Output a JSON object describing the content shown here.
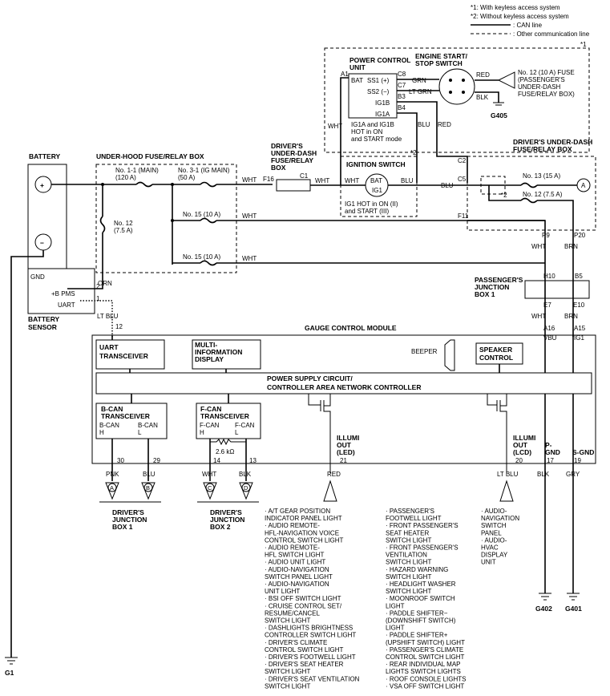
{
  "legend": {
    "note1": "*1: With keyless access system",
    "note2": "*2: Without keyless access system",
    "can_line": ": CAN line",
    "other_line": ": Other communication line"
  },
  "marks": {
    "star1": "*1",
    "star2": "*2"
  },
  "battery": {
    "label": "BATTERY",
    "plus": "+",
    "minus": "−"
  },
  "battery_sensor": {
    "label1": "BATTERY",
    "label2": "SENSOR",
    "gnd": "GND",
    "bpms": "+B PMS",
    "uart": "UART",
    "pin2": "2",
    "pin1": "1"
  },
  "underhood": {
    "title": "UNDER-HOOD FUSE/RELAY BOX",
    "fuse1_1a": "No. 1-1 (MAIN)",
    "fuse1_1b": "(120 A)",
    "fuse3_1a": "No. 3-1 (IG MAIN)",
    "fuse3_1b": "(50 A)",
    "fuse12a": "No. 12",
    "fuse12b": "(7.5 A)",
    "fuse15a": "No. 15 (10 A)",
    "fuse15b": "No. 15 (10 A)"
  },
  "driver_fuse1": {
    "line1": "DRIVER'S",
    "line2": "UNDER-DASH",
    "line3": "FUSE/RELAY",
    "line4": "BOX",
    "f16": "F16",
    "c1": "C1"
  },
  "engine_switch": {
    "line1": "ENGINE START/",
    "line2": "STOP SWITCH"
  },
  "pcu": {
    "line1": "POWER CONTROL",
    "line2": "UNIT",
    "a1": "A1",
    "bat": "BAT",
    "ss1": "SS1 (+)",
    "ss2": "SS2 (−)",
    "ig1b": "IG1B",
    "ig1a": "IG1A",
    "c8": "C8",
    "c7": "C7",
    "b3": "B3",
    "b4": "B4"
  },
  "ig_note": {
    "line1": "IG1A and IG1B",
    "line2": "HOT in ON",
    "line3": "and START mode"
  },
  "fuse_no12_pass": {
    "line1": "No. 12 (10 A) FUSE",
    "line2": "(PASSENGER'S",
    "line3": "UNDER-DASH",
    "line4": "FUSE/RELAY BOX)"
  },
  "g405": "G405",
  "ign_switch": {
    "title": "IGNITION SWITCH",
    "bat": "BAT",
    "ig1": "IG1",
    "note1": "IG1 HOT in ON (II)",
    "note2": "and START (III)"
  },
  "driver_fuse2": {
    "line1": "DRIVER'S UNDER-DASH",
    "line2": "FUSE/RELAY BOX",
    "c2": "C2",
    "c5": "C5",
    "f11": "F11",
    "p9": "P9",
    "p20": "P20",
    "fuse13": "No. 13 (15 A)",
    "fuse12": "No. 12 (7.5 A)",
    "connA": "A"
  },
  "pass_junction": {
    "line1": "PASSENGER'S",
    "line2": "JUNCTION",
    "line3": "BOX 1",
    "h10": "H10",
    "b5": "B5",
    "e7": "E7",
    "e10": "E10"
  },
  "colors": {
    "wht": "WHT",
    "blu": "BLU",
    "red": "RED",
    "grn": "GRN",
    "ltgrn": "LT GRN",
    "blk": "BLK",
    "brn": "BRN",
    "orn": "ORN",
    "ltblu": "LT BLU",
    "pnk": "PNK",
    "gry": "GRY"
  },
  "gcm": {
    "title": "GAUGE CONTROL MODULE",
    "pin12": "12",
    "a16": "A16",
    "a15": "A15",
    "vbu": "VBU",
    "ig1": "IG1",
    "uart1": "UART",
    "uart2": "TRANSCEIVER",
    "mid1": "MULTI-",
    "mid2": "INFORMATION",
    "mid3": "DISPLAY",
    "beeper": "BEEPER",
    "spk1": "SPEAKER",
    "spk2": "CONTROL",
    "psu1": "POWER SUPPLY CIRCUIT/",
    "psu2": "CONTROLLER AREA NETWORK CONTROLLER",
    "bcan1": "B-CAN",
    "bcan2": "TRANSCEIVER",
    "bcanh": "B-CAN",
    "bcanh2": "H",
    "bcanl": "B-CAN",
    "bcanl2": "L",
    "fcan1": "F-CAN",
    "fcan2": "TRANSCEIVER",
    "fcanh": "F-CAN",
    "fcanh2": "H",
    "fcanl": "F-CAN",
    "fcanl2": "L",
    "res": "2.6 kΩ",
    "illumi_led1": "ILLUMI",
    "illumi_led2": "OUT",
    "illumi_led3": "(LED)",
    "illumi_lcd1": "ILLUMI",
    "illumi_lcd2": "OUT",
    "illumi_lcd3": "(LCD)",
    "pgnd1": "P-",
    "pgnd2": "GND",
    "sgnd": "S-GND",
    "p30": "30",
    "p29": "29",
    "p14": "14",
    "p13": "13",
    "p21": "21",
    "p20": "20",
    "p17": "17",
    "p19": "19"
  },
  "connectors": {
    "a": "A",
    "b": "B",
    "c": "C",
    "d": "D"
  },
  "jb1": {
    "line1": "DRIVER'S",
    "line2": "JUNCTION",
    "line3": "BOX 1"
  },
  "jb2": {
    "line1": "DRIVER'S",
    "line2": "JUNCTION",
    "line3": "BOX 2"
  },
  "grounds": {
    "g1": "G1",
    "g402": "G402",
    "g401": "G401"
  },
  "list_col1": [
    "· A/T GEAR POSITION",
    "INDICATOR PANEL LIGHT",
    "· AUDIO REMOTE-",
    "HFL-NAVIGATION VOICE",
    "CONTROL SWITCH LIGHT",
    "· AUDIO REMOTE-",
    "HFL SWITCH LIGHT",
    "· AUDIO UNIT LIGHT",
    "· AUDIO-NAVIGATION",
    "SWITCH PANEL LIGHT",
    "· AUDIO-NAVIGATION",
    "UNIT LIGHT",
    "· BSI OFF SWITCH LIGHT",
    "· CRUISE CONTROL SET/",
    "RESUME/CANCEL",
    "SWITCH LIGHT",
    "· DASHLIGHTS BRIGHTNESS",
    "CONTROLLER SWITCH LIGHT",
    "· DRIVER'S CLIMATE",
    "CONTROL SWITCH LIGHT",
    "· DRIVER'S FOOTWELL LIGHT",
    "· DRIVER'S SEAT HEATER",
    "SWITCH LIGHT",
    "· DRIVER'S SEAT VENTILATION",
    "SWITCH LIGHT"
  ],
  "list_col2": [
    "· PASSENGER'S",
    "FOOTWELL LIGHT",
    "· FRONT PASSENGER'S",
    "SEAT HEATER",
    "SWITCH LIGHT",
    "· FRONT PASSENGER'S",
    "VENTILATION",
    "SWITCH LIGHT",
    "· HAZARD WARNING",
    "SWITCH LIGHT",
    "· HEADLIGHT WASHER",
    "SWITCH LIGHT",
    "· MOONROOF SWITCH",
    "LIGHT",
    "· PADDLE SHIFTER−",
    "(DOWNSHIFT SWITCH)",
    "LIGHT",
    "· PADDLE SHIFTER+",
    "(UPSHIFT SWITCH) LIGHT",
    "· PASSENGER'S CLIMATE",
    "CONTROL SWITCH LIGHT",
    "· REAR INDIVIDUAL MAP",
    "LIGHTS SWITCH LIGHTS",
    "· ROOF CONSOLE LIGHTS",
    "· VSA OFF SWITCH LIGHT"
  ],
  "list_col3": [
    "· AUDIO-",
    "NAVIGATION",
    "SWITCH",
    "PANEL",
    "· AUDIO-",
    "HVAC",
    "DISPLAY",
    "UNIT"
  ]
}
